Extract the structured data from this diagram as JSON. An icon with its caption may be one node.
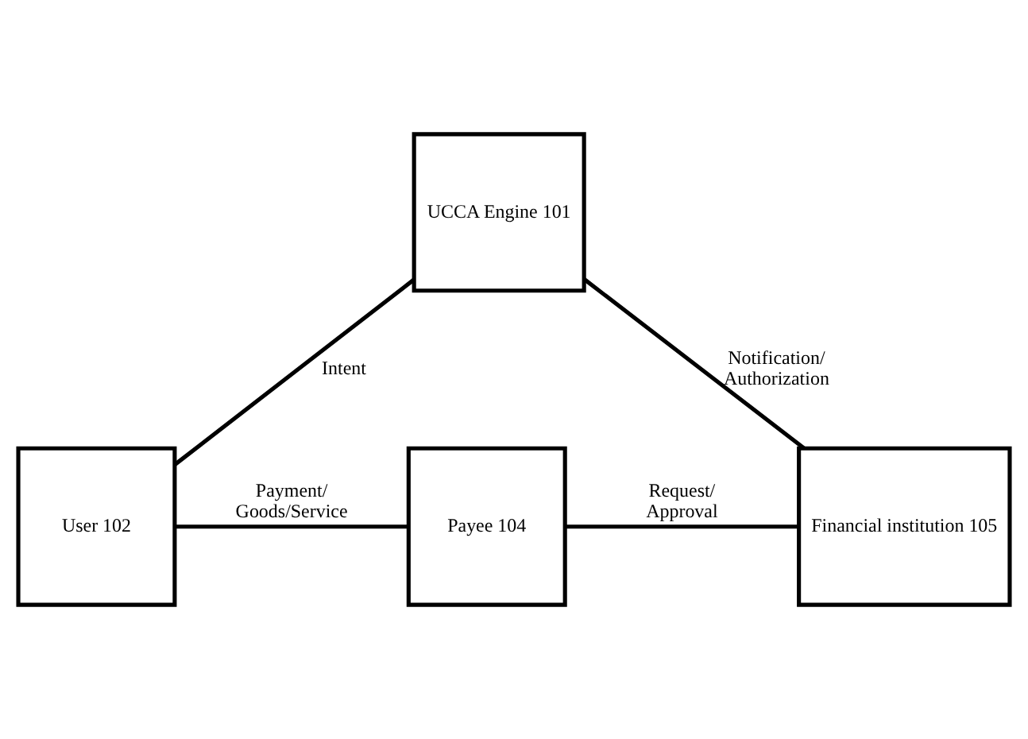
{
  "diagram": {
    "nodes": [
      {
        "text": [
          "UCCA Engine 101"
        ]
      },
      {
        "text": [
          "User 102"
        ]
      },
      {
        "text": [
          "Payee 104"
        ]
      },
      {
        "text": [
          "Financial institution 105"
        ]
      }
    ],
    "edges": [
      {
        "from": 0,
        "to": 1,
        "arrow": "none",
        "label": "Intent"
      },
      {
        "from": 0,
        "to": 3,
        "arrow": "none",
        "label": "Notification/ Authorization"
      },
      {
        "from": 1,
        "to": 2,
        "arrow": "none",
        "label": "Payment/ Goods/Service"
      },
      {
        "from": 2,
        "to": 3,
        "arrow": "none",
        "label": "Request/ Approval"
      }
    ]
  }
}
